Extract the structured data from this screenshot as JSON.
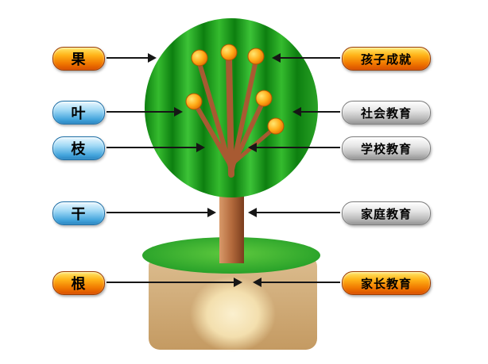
{
  "diagram": {
    "type": "labeled-tree-metaphor",
    "left_labels": [
      {
        "text": "果",
        "style": "orange",
        "meaning": "fruit"
      },
      {
        "text": "叶",
        "style": "blue",
        "meaning": "leaf"
      },
      {
        "text": "枝",
        "style": "blue",
        "meaning": "branch"
      },
      {
        "text": "干",
        "style": "blue",
        "meaning": "trunk"
      },
      {
        "text": "根",
        "style": "orange",
        "meaning": "root"
      }
    ],
    "right_labels": [
      {
        "text": "孩子成就",
        "style": "orange",
        "meaning": "child achievement"
      },
      {
        "text": "社会教育",
        "style": "silver",
        "meaning": "social education"
      },
      {
        "text": "学校教育",
        "style": "silver",
        "meaning": "school education"
      },
      {
        "text": "家庭教育",
        "style": "silver",
        "meaning": "family education"
      },
      {
        "text": "家长教育",
        "style": "orange",
        "meaning": "parent education"
      }
    ],
    "connections": [
      {
        "from": "果",
        "to": "fruits",
        "direction": "right"
      },
      {
        "from": "叶",
        "to": "canopy",
        "direction": "right"
      },
      {
        "from": "枝",
        "to": "branches",
        "direction": "right"
      },
      {
        "from": "干",
        "to": "trunk",
        "direction": "right"
      },
      {
        "from": "根",
        "to": "roots",
        "direction": "right"
      },
      {
        "from": "孩子成就",
        "to": "fruits",
        "direction": "left"
      },
      {
        "from": "社会教育",
        "to": "canopy",
        "direction": "left"
      },
      {
        "from": "学校教育",
        "to": "branches",
        "direction": "left"
      },
      {
        "from": "家庭教育",
        "to": "trunk",
        "direction": "left"
      },
      {
        "from": "家长教育",
        "to": "roots",
        "direction": "left"
      }
    ],
    "colors": {
      "pill_orange": "#f07800",
      "pill_blue": "#45a6dd",
      "pill_silver": "#bcbcbc",
      "canopy_dark_green": "#0d7f10",
      "canopy_light_green": "#3cc337",
      "trunk_brown": "#b36a3c",
      "fruit_orange": "#ffab17",
      "ground_green": "#2aa32a",
      "soil_tan": "#d2b184",
      "root_glow": "#f9ecc8",
      "arrow_black": "#161616"
    }
  }
}
